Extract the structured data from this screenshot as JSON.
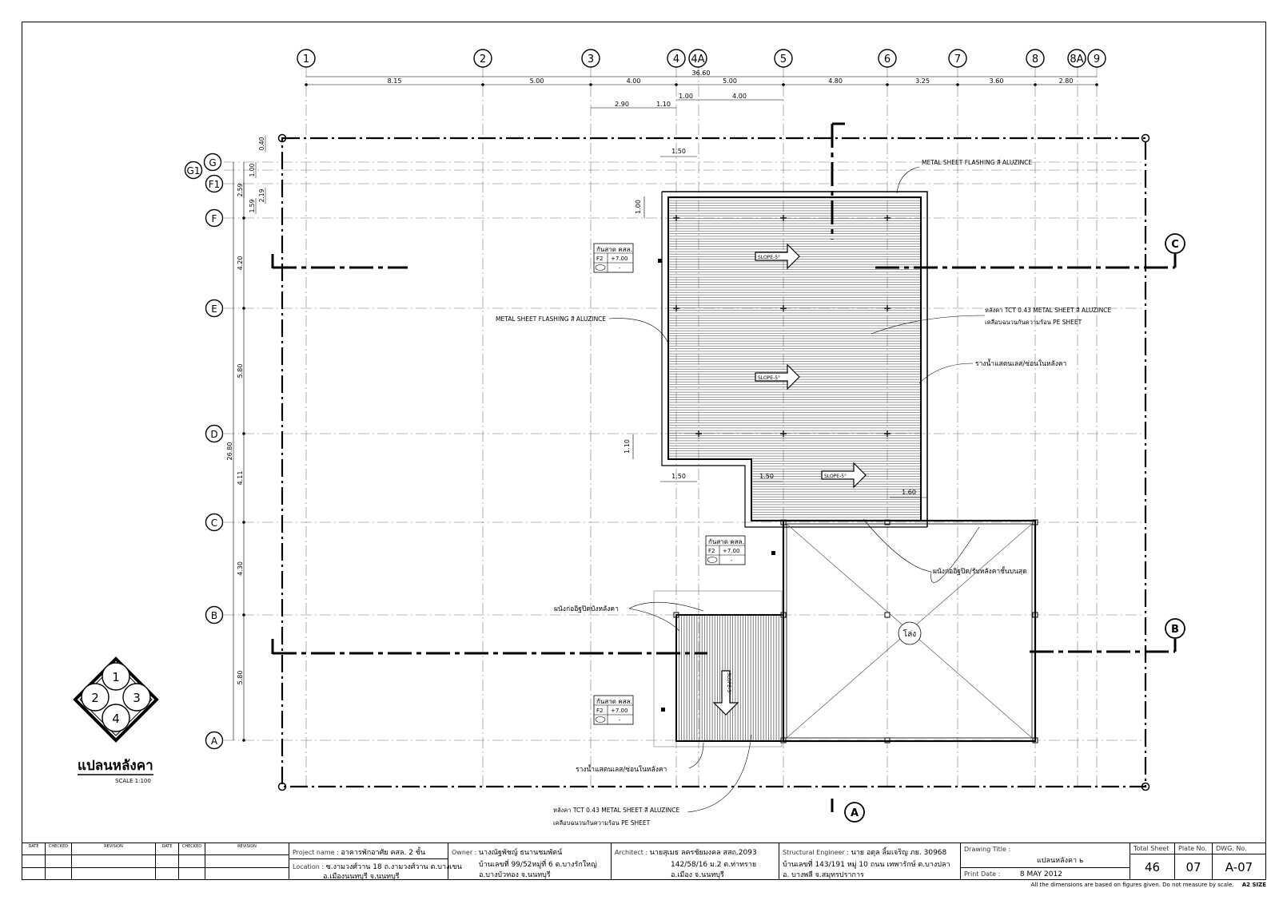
{
  "grid": {
    "columns": [
      "1",
      "2",
      "3",
      "4",
      "4A",
      "5",
      "6",
      "7",
      "8",
      "8A",
      "9"
    ],
    "rows": [
      "G",
      "G1",
      "F1",
      "F",
      "E",
      "D",
      "C",
      "B",
      "A"
    ],
    "column_dims": [
      "8.15",
      "5.00",
      "4.00",
      "5.00",
      "4.80",
      "3.25",
      "3.60",
      "2.80"
    ],
    "overall_width": "36.60",
    "sub_dims_top": [
      "2.90",
      "1.10",
      "1.00",
      "4.00"
    ],
    "row_dims": [
      "4.20",
      "5.80",
      "4.11",
      "4.30",
      "5.80"
    ],
    "overall_height": "26.80",
    "top_row_dims": [
      "0.40",
      "1.00",
      "2.59",
      "2.19",
      "1.59"
    ]
  },
  "plan_dims": {
    "d1": "1.50",
    "d2": "1.00",
    "d3": "1.10",
    "d4": "1.50",
    "d5": "1.50",
    "d6": "1.60"
  },
  "notes": {
    "flashing_top": "METAL SHEET FLASHING สี ALUZINCE",
    "flashing_left": "METAL SHEET FLASHING สี ALUZINCE",
    "roof_line1": "หลังคา TCT 0.43 METAL SHEET สี ALUZINCE",
    "roof_line2": "เคลือบฉนวนกันความร้อน PE SHEET",
    "gutter_right": "รางน้ำแสตนเลส/ซ่อนในหลังคา",
    "wall_right": "ผนังก่ออิฐปิด/รับหลังคาชั้นบนสุด",
    "wall_left": "ผนังก่ออิฐปิดบังหลังคา",
    "gutter_bottom": "รางน้ำแสตนเลส/ซ่อนในหลังคา",
    "roof_bottom_line1": "หลังคา TCT 0.43 METAL SHEET สี ALUZINCE",
    "roof_bottom_line2": "เคลือบฉนวนกันความร้อน PE SHEET",
    "void": "โล่ง",
    "slope": "SLOPE-5°"
  },
  "tags": {
    "header": "กันสาด คสล.",
    "code": "F2",
    "level": "+7.00",
    "sub": "-",
    "sym": "-"
  },
  "sections": {
    "c": "C",
    "b": "B",
    "a": "A"
  },
  "key_plan": [
    "1",
    "2",
    "3",
    "4"
  ],
  "drawing_title": "แปลนหลังคา",
  "drawing_scale": "SCALE 1:100",
  "revision_headers": [
    "DATE",
    "CHECKED",
    "REVISION",
    "DATE",
    "CHECKED",
    "REVISION"
  ],
  "title_block": {
    "project_label": "Project name :",
    "project_value": "อาคารพักอาศัย คสล. 2 ชั้น",
    "location_label": "Location :",
    "location_line1": "ซ.งามวงศ์วาน 18 ถ.งามวงศ์วาน ต.บางเขน",
    "location_line2": "อ.เมืองนนทบุรี จ.นนทบุรี",
    "owner_label": "Owner :",
    "owner_value": "นางณัฐพัชญ์ ธนานชมพัดน์",
    "owner_line2": "บ้านเลขที่ 99/52หมู่ที่ 6 ต.บางรักใหญ่",
    "owner_line3": "อ.บางบัวทอง จ.นนทบุรี",
    "architect_label": "Architect :",
    "architect_value": "นายสุเมธ ลครชัยมงคล สสถ.2093",
    "architect_line2": "142/58/16 ม.2 ต.ท่าทราย",
    "architect_line3": "อ.เมือง จ.นนทบุรี",
    "engineer_label": "Structural Engineer :",
    "engineer_value": "นาย อตุล ลิ้มเจริญ ภย. 30968",
    "engineer_line2": "บ้านเลขที่ 143/191 หมู่ 10 ถนน เทพารักษ์ ต.บางปลา",
    "engineer_line3": "อ. บางพลี จ.สมุทรปราการ",
    "drawing_title_label": "Drawing Title :",
    "drawing_title_value": "แปลนหลังคา ь",
    "print_date_label": "Print Date :",
    "print_date_value": "8 MAY 2012",
    "total_sheet_label": "Total Sheet",
    "total_sheet_value": "46",
    "plate_label": "Plate No.",
    "plate_value": "07",
    "dwg_label": "DWG. No.",
    "dwg_value": "A-07"
  },
  "footer_note": "All the dimensions are based on figures given. Do not measure by scale.",
  "sheet_size": "A2 SIZE"
}
